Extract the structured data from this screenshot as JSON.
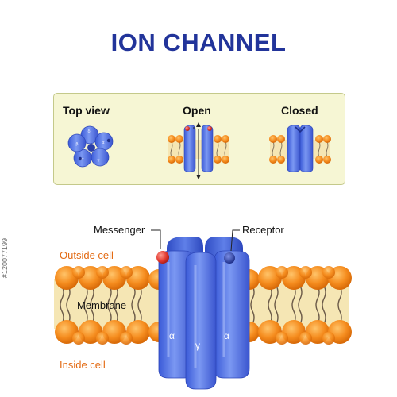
{
  "title": "ION CHANNEL",
  "panel": {
    "top_view_label": "Top view",
    "open_label": "Open",
    "closed_label": "Closed",
    "subunit_letters": [
      "α",
      "γ",
      "α",
      "β",
      "δ"
    ]
  },
  "main": {
    "messenger_label": "Messenger",
    "receptor_label": "Receptor",
    "outside_label": "Outside cell",
    "membrane_label": "Membrane",
    "inside_label": "Inside cell",
    "channel_letters": [
      "α",
      "γ",
      "α"
    ]
  },
  "stock_id": "#120077199",
  "colors": {
    "title": "#22349a",
    "lipid_head": "#f58c1e",
    "membrane_core": "#f5e6b4",
    "protein": "#5577e6",
    "panel_bg": "#f6f6d4",
    "messenger": "#e8443a",
    "label_orange": "#e36a12"
  }
}
